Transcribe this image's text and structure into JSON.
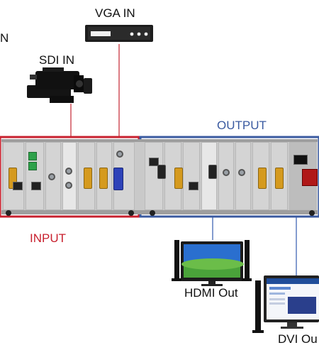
{
  "labels": {
    "vga_in": "VGA IN",
    "sdi_in": "SDI IN",
    "left_cut": "N",
    "output": "OUTPUT",
    "input": "INPUT",
    "hdmi_out": "HDMI Out",
    "dvi_out": "DVI Ou"
  },
  "colors": {
    "input_frame": "#c8202e",
    "output_frame": "#3a5aa0",
    "input_text": "#c8202e",
    "output_text": "#3a5aa0",
    "wire_red": "#d0505a",
    "wire_blue": "#5a7bbf",
    "chassis": "#c9c9c9"
  },
  "icons": {
    "vga_device": "vga-source-device-icon",
    "camera": "camcorder-icon",
    "hdmi_monitor": "tv-monitor-icon",
    "dvi_monitor": "computer-monitor-icon",
    "speaker": "speaker-icon"
  }
}
